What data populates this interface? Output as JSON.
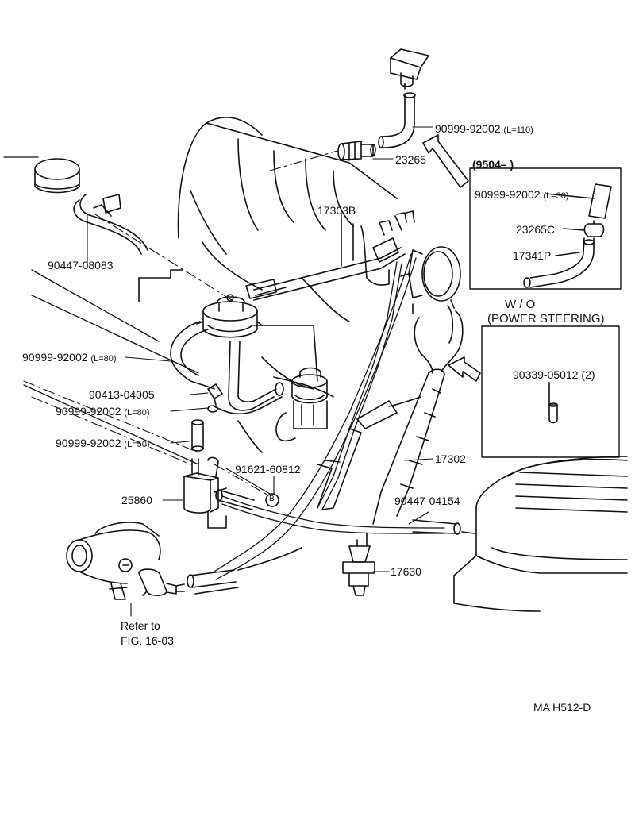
{
  "labels": {
    "hose_top": "90999-92002",
    "hose_top_len": "(L=110)",
    "p23265": "23265",
    "p17303B": "17303B",
    "p90447_08083": "90447-08083",
    "hose_l80a": "90999-92002",
    "hose_l80a_len": "(L=80)",
    "p90413_04005": "90413-04005",
    "hose_l80b": "90999-92002",
    "hose_l80b_len": "(L=80)",
    "hose_l50": "90999-92002",
    "hose_l50_len": "(L=50)",
    "p91621_60812": "91621-60812",
    "b_mark": "B",
    "p25860": "25860",
    "p17302": "17302",
    "p90447_04154": "90447-04154",
    "p17630": "17630",
    "refer_line1": "Refer  to",
    "refer_line2": "FIG. 16-03",
    "code": "MA  H512-D"
  },
  "inset_9504": {
    "header": "(9504–         )",
    "hose": "90999-92002",
    "hose_len": "(L=30)",
    "p23265C": "23265C",
    "p17341P": "17341P"
  },
  "inset_wo": {
    "line1": "W / O",
    "line2": "(POWER  STEERING)",
    "part": "90339-05012",
    "qty": "(2)"
  }
}
